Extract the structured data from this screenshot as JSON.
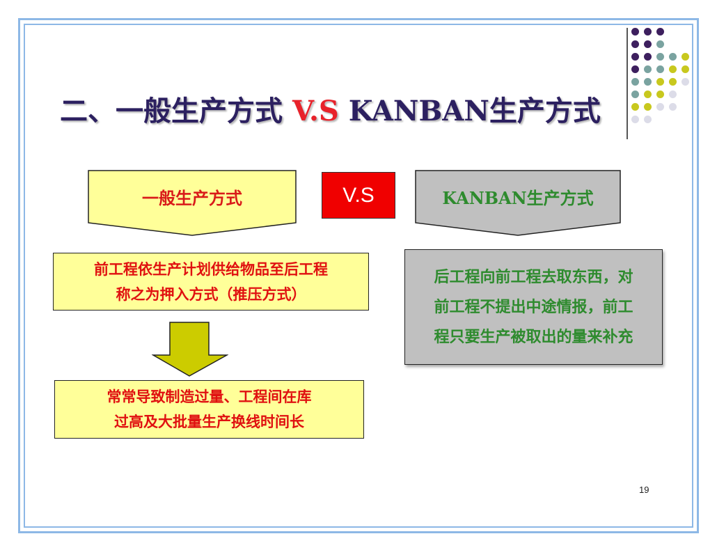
{
  "slide": {
    "title_prefix": "二、一般生产方式",
    "title_vs": "V.S",
    "title_suffix": "KANBAN生产方式",
    "left_header": "一般生产方式",
    "vs_label": "V.S",
    "right_header": "KANBAN生产方式",
    "left_box1": [
      "前工程依生产计划供给物品至后工程",
      "称之为押入方式（推压方式）"
    ],
    "left_box2": [
      "常常导致制造过量、工程间在库",
      "过高及大批量生产换线时间长"
    ],
    "right_box": [
      "后工程向前工程去取东西，对",
      "前工程不提出中途情报，前工",
      "程只要生产被取出的量来补充"
    ],
    "page_number": "19"
  },
  "colors": {
    "frame": "#8db8e6",
    "title": "#2c2060",
    "accent_red": "#e8222a",
    "yellow_box": "#ffff99",
    "gray_box": "#c0c0c0",
    "green_text": "#2e8b2e",
    "arrow_fill": "#cccc00",
    "dot_purple": "#3d1f5e",
    "dot_teal": "#7aa3a0",
    "dot_yellow": "#c8c81e",
    "dot_light": "#dcdce8"
  },
  "decoration": {
    "dot_rows": [
      [
        "purple",
        "purple",
        "purple"
      ],
      [
        "purple",
        "purple",
        "teal"
      ],
      [
        "purple",
        "purple",
        "teal",
        "teal",
        "yellow"
      ],
      [
        "purple",
        "teal",
        "teal",
        "yellow",
        "yellow"
      ],
      [
        "teal",
        "teal",
        "yellow",
        "yellow",
        "light"
      ],
      [
        "teal",
        "yellow",
        "yellow",
        "light"
      ],
      [
        "yellow",
        "yellow",
        "light",
        "light"
      ],
      [
        "light",
        "light"
      ]
    ]
  }
}
